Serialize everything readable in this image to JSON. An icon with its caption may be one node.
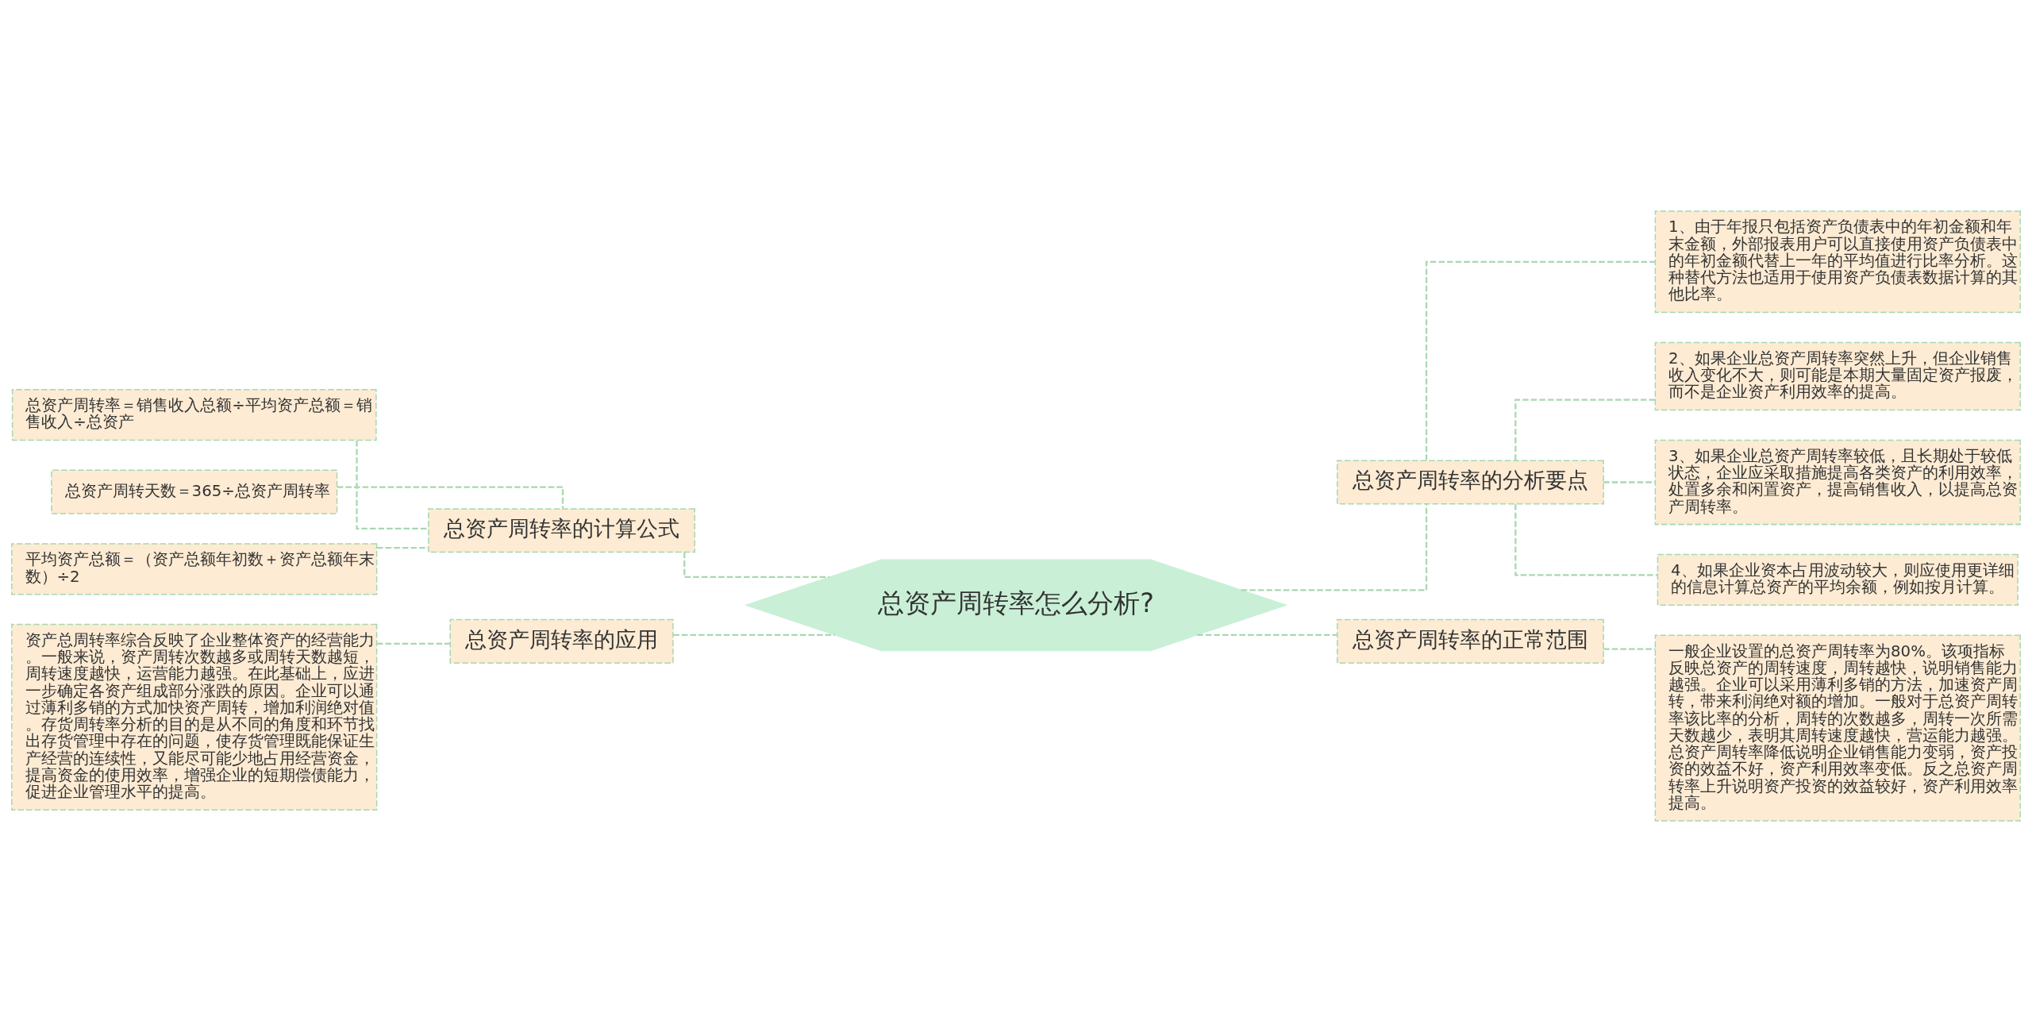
{
  "diagram": {
    "nodes": [
      {
        "text": [
          "总资产周转率怎么分析?"
        ]
      },
      {
        "text": [
          "总资产周转率的计算公式"
        ]
      },
      {
        "text": [
          "总资产周转率＝销售收入总额÷平均资产总额＝销售收入÷总资产"
        ]
      },
      {
        "text": [
          "总资产周转天数＝365÷总资产周转率"
        ]
      },
      {
        "text": [
          "平均资产总额＝（资产总额年初数＋资产总额年末数）÷2"
        ]
      },
      {
        "text": [
          "总资产周转率的应用"
        ]
      },
      {
        "text": [
          "资产总周转率综合反映了企业整体资产的经营能力。一般来说，资产周转次数越多或周转天数越短，周转速度越快，运营能力越强。在此基础上，应进一步确定各资产组成部分涨跌的原因。企业可以通过薄利多销的方式加快资产周转，增加利润绝对值。存货周转率分析的目的是从不同的角度和环节找出存货管理中存在的问题，使存货管理既能保证生产经营的连续性，又能尽可能少地占用经营资金，提高资金的使用效率，增强企业的短期偿债能力，促进企业管理水平的提高。"
        ]
      },
      {
        "text": [
          "总资产周转率的分析要点"
        ]
      },
      {
        "text": [
          "1、由于年报只包括资产负债表中的年初金额和年末金额，外部报表用户可以直接使用资产负债表中的年初金额代替上一年的平均值进行比率分析。这种替代方法也适用于使用资产负债表数据计算的其他比率。"
        ]
      },
      {
        "text": [
          "2、如果企业总资产周转率突然上升，但企业销售收入变化不大，则可能是本期大量固定资产报废，而不是企业资产利用效率的提高。"
        ]
      },
      {
        "text": [
          "3、如果企业总资产周转率较低，且长期处于较低状态，企业应采取措施提高各类资产的利用效率，处置多余和闲置资产，提高销售收入，以提高总资产周转率。"
        ]
      },
      {
        "text": [
          "4、如果企业资本占用波动较大，则应使用更详细的信息计算总资产的平均余额，例如按月计算。"
        ]
      },
      {
        "text": [
          "总资产周转率的正常范围"
        ]
      },
      {
        "text": [
          "一般企业设置的总资产周转率为80%。该项指标反映总资产的周转速度，周转越快，说明销售能力越强。企业可以采用薄利多销的方法，加速资产周转，带来利润绝对额的增加。一般对于总资产周转率该比率的分析，周转的次数越多，周转一次所需天数越少，表明其周转速度越快，营运能力越强。总资产周转率降低说明企业销售能力变弱，资产投资的效益不好，资产利用效率变低。反之总资产周转率上升说明资产投资的效益较好，资产利用效率提高。"
        ]
      }
    ],
    "edges": [
      {
        "from": 1,
        "to": 0,
        "arrow": "none",
        "style": "dashed"
      },
      {
        "from": 2,
        "to": 1,
        "arrow": "none",
        "style": "dashed"
      },
      {
        "from": 3,
        "to": 1,
        "arrow": "none",
        "style": "dashed"
      },
      {
        "from": 4,
        "to": 1,
        "arrow": "none",
        "style": "dashed"
      },
      {
        "from": 5,
        "to": 0,
        "arrow": "none",
        "style": "dashed"
      },
      {
        "from": 6,
        "to": 5,
        "arrow": "none",
        "style": "dashed"
      },
      {
        "from": 0,
        "to": 7,
        "arrow": "none",
        "style": "dashed"
      },
      {
        "from": 7,
        "to": 8,
        "arrow": "none",
        "style": "dashed"
      },
      {
        "from": 7,
        "to": 9,
        "arrow": "none",
        "style": "dashed"
      },
      {
        "from": 7,
        "to": 10,
        "arrow": "none",
        "style": "dashed"
      },
      {
        "from": 7,
        "to": 11,
        "arrow": "none",
        "style": "dashed"
      },
      {
        "from": 0,
        "to": 12,
        "arrow": "none",
        "style": "dashed"
      },
      {
        "from": 12,
        "to": 13,
        "arrow": "none",
        "style": "dashed"
      }
    ]
  }
}
